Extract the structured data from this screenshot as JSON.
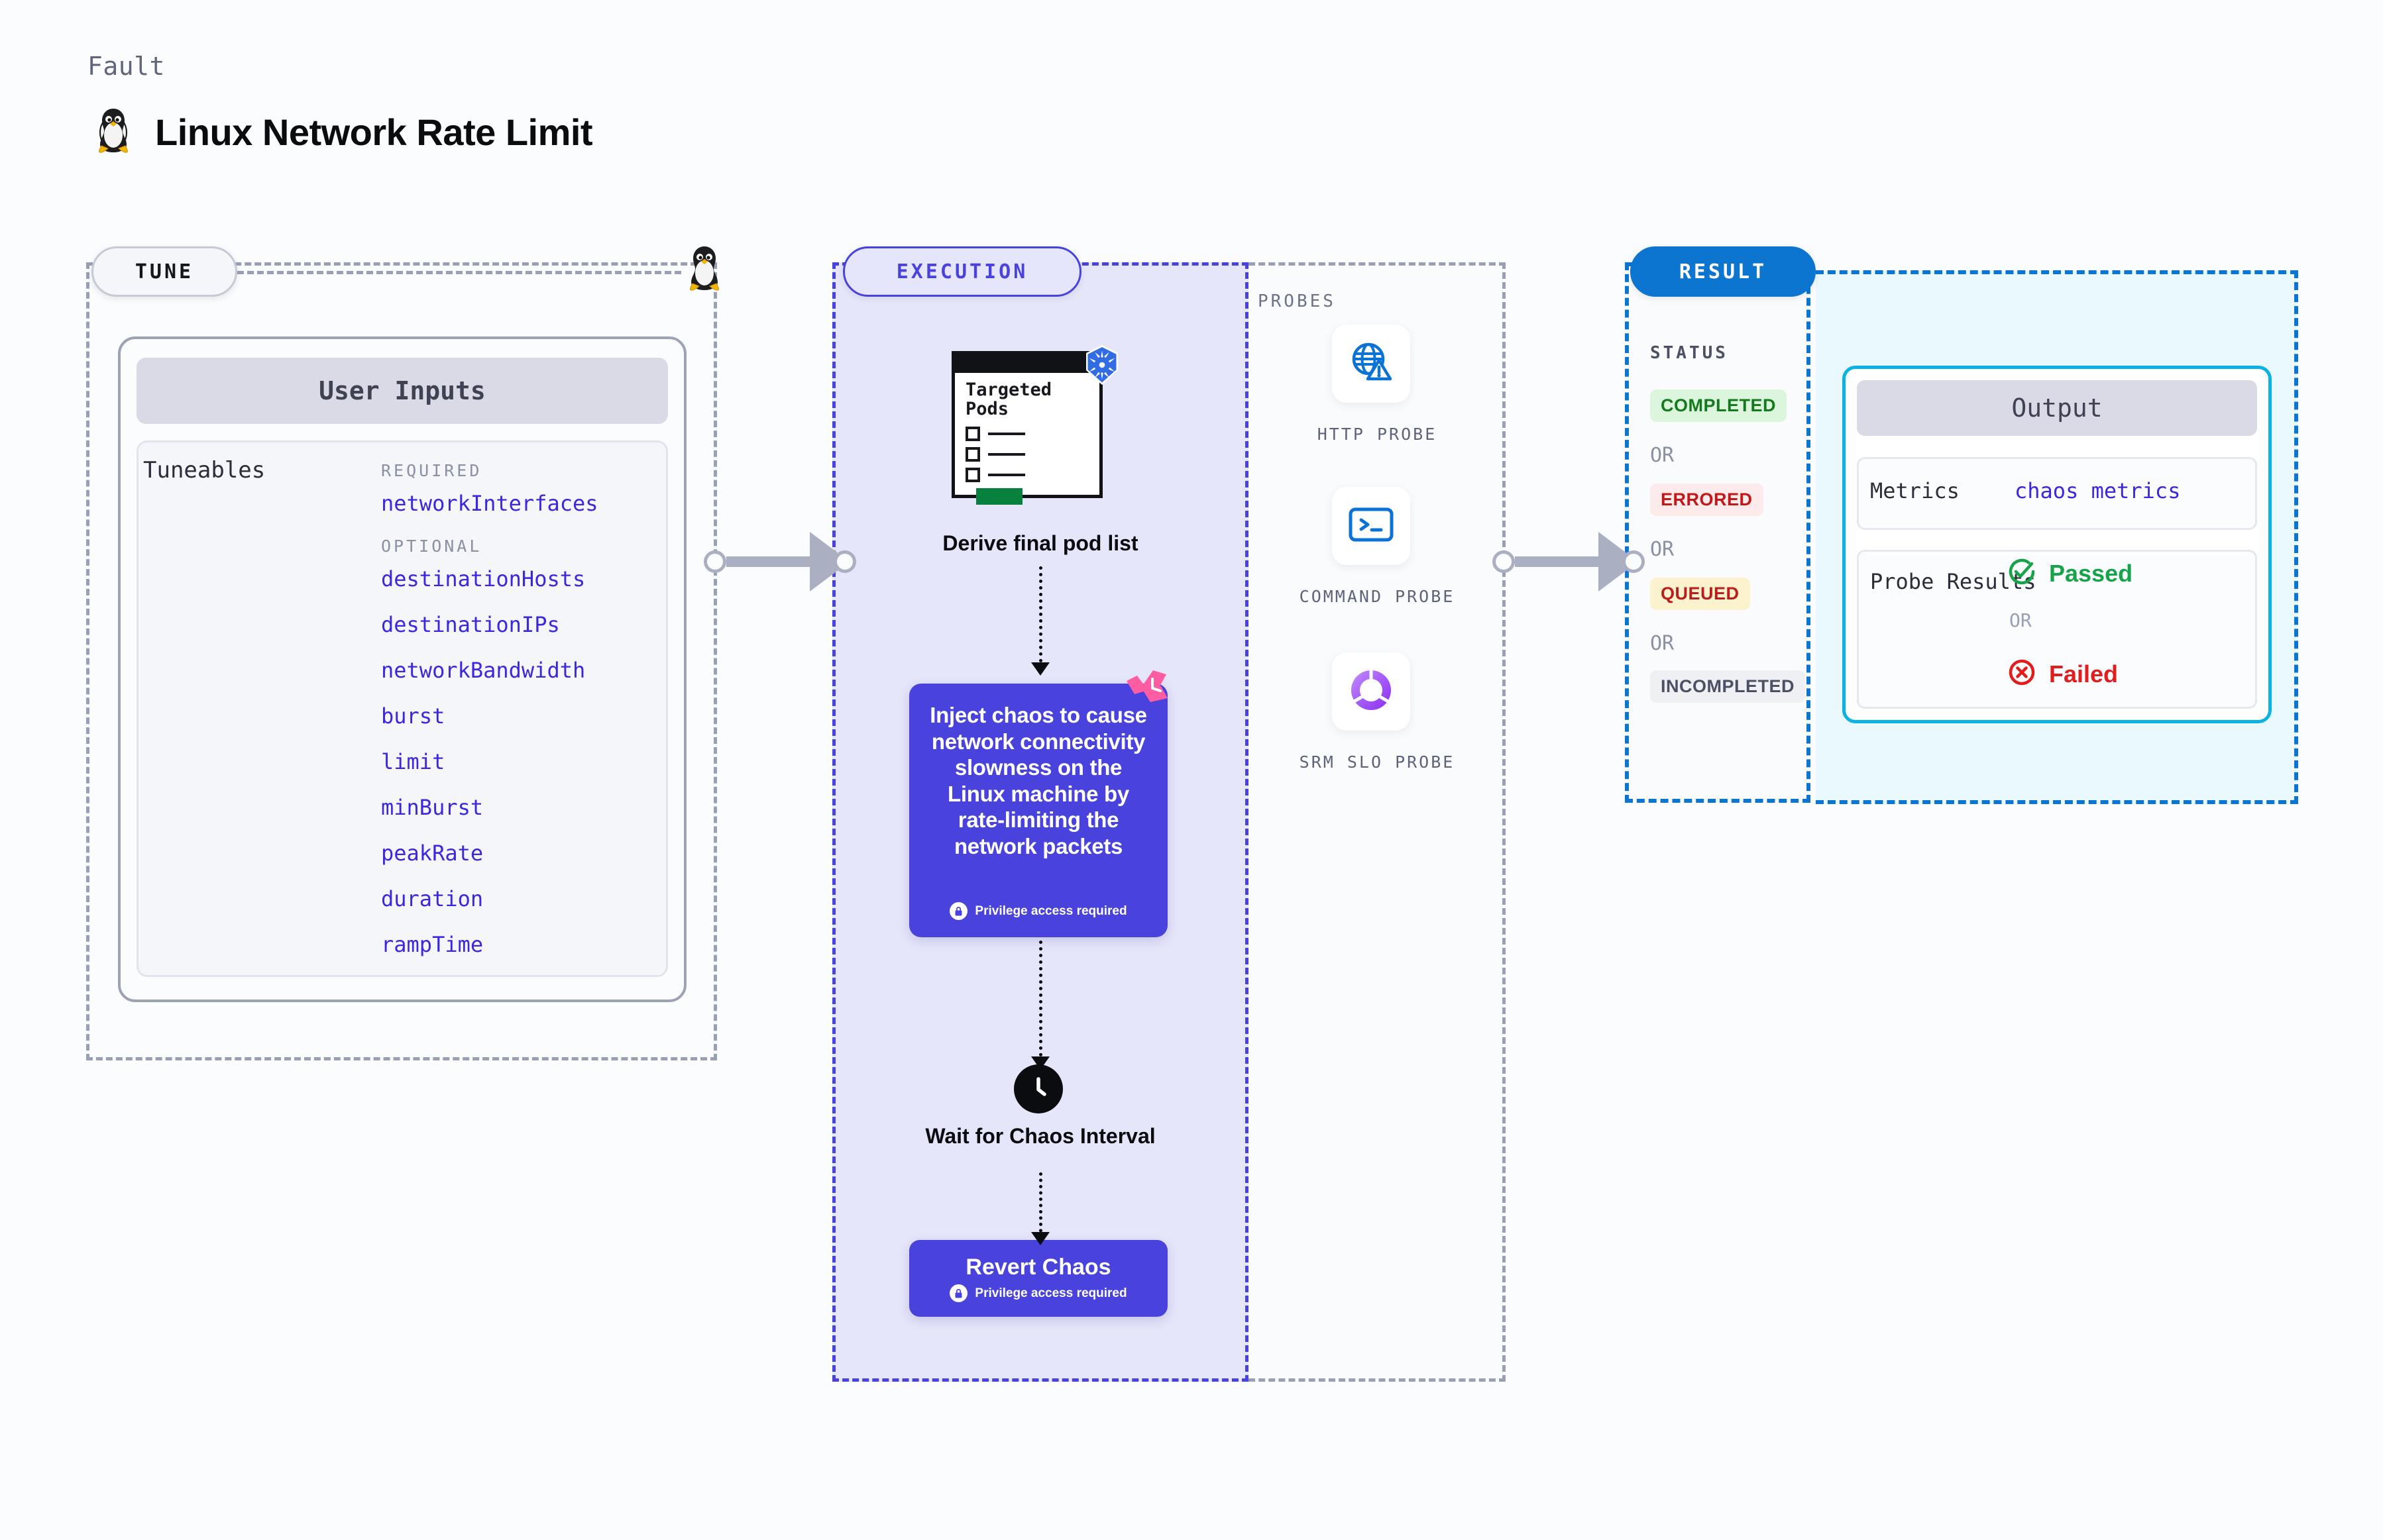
{
  "header": {
    "eyebrow": "Fault",
    "title": "Linux Network Rate Limit",
    "icon": "linux-penguin-icon"
  },
  "tune": {
    "pill_label": "TUNE",
    "card_header": "User Inputs",
    "tuneables_label": "Tuneables",
    "groups": [
      {
        "label": "REQUIRED",
        "items": [
          "networkInterfaces"
        ]
      },
      {
        "label": "OPTIONAL",
        "items": [
          "destinationHosts",
          "destinationIPs",
          "networkBandwidth",
          "burst",
          "limit",
          "minBurst",
          "peakRate",
          "duration",
          "rampTime"
        ]
      }
    ]
  },
  "execution": {
    "pill_label": "EXECUTION",
    "pods_card_title": "Targeted Pods",
    "derive_label": "Derive final pod list",
    "inject_text": "Inject chaos to cause network connectivity slowness on the Linux machine by rate-limiting the network packets",
    "inject_privilege": "Privilege access required",
    "wait_label": "Wait for Chaos Interval",
    "revert_title": "Revert Chaos",
    "revert_privilege": "Privilege access required"
  },
  "probes": {
    "section_label": "PROBES",
    "items": [
      {
        "name": "HTTP PROBE",
        "icon": "globe-warning-icon"
      },
      {
        "name": "COMMAND PROBE",
        "icon": "terminal-icon"
      },
      {
        "name": "SRM SLO PROBE",
        "icon": "slo-donut-check-icon"
      }
    ]
  },
  "result": {
    "pill_label": "RESULT",
    "status_label": "STATUS",
    "or_label": "OR",
    "statuses": [
      {
        "label": "COMPLETED",
        "bg": "#dcf5dd",
        "fg": "#157a1e"
      },
      {
        "label": "ERRORED",
        "bg": "#fdeaea",
        "fg": "#c1191a"
      },
      {
        "label": "QUEUED",
        "bg": "#fdf2ce",
        "fg": "#bb1d1d"
      },
      {
        "label": "INCOMPLETED",
        "bg": "#eef0f4",
        "fg": "#4c5064"
      }
    ]
  },
  "output": {
    "header": "Output",
    "metrics_label": "Metrics",
    "metrics_value": "chaos metrics",
    "probe_results_label": "Probe Results",
    "passed_label": "Passed",
    "failed_label": "Failed",
    "or_label": "OR"
  },
  "colors": {
    "accent_indigo": "#4a42dd",
    "accent_blue": "#0b75d0",
    "accent_cyan": "#0cb2e3",
    "mono_violet": "#3b27e0",
    "neutral_border": "#9aa0b4"
  }
}
